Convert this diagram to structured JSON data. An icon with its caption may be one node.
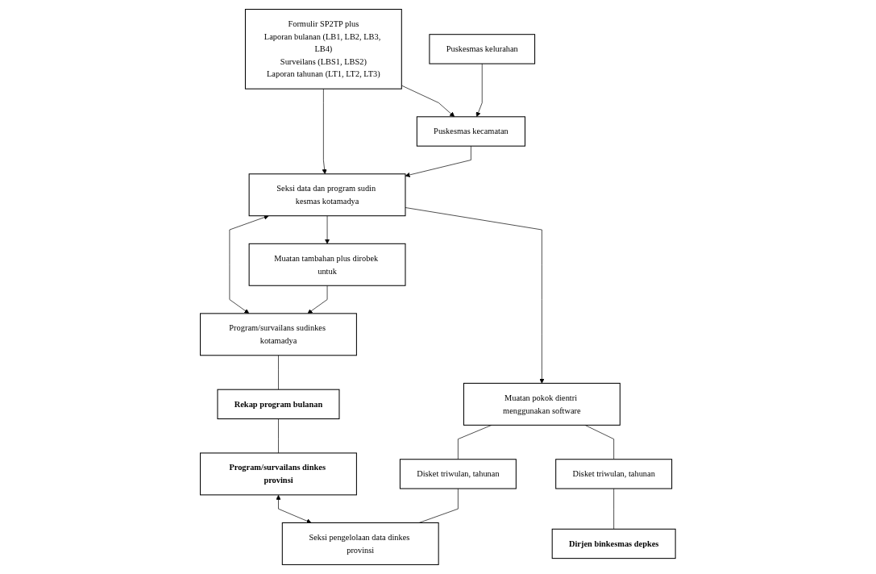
{
  "diagram": {
    "nodes": [
      {
        "text": [
          "Puskesmas kelurahan"
        ]
      },
      {
        "text": [
          "Formulir SP2TP plus",
          "Laporan bulanan (LB1, LB2, LB3, LB4)",
          "Surveilans (LBS1, LBS2)",
          "Laporan tahunan (LT1, LT2, LT3)"
        ]
      },
      {
        "text": [
          "Puskesmas kecamatan"
        ]
      },
      {
        "text": [
          "Program/survailans sudinkes kotamadya"
        ]
      },
      {
        "text": [
          "Seksi data dan program sudin kesmas kotamadya"
        ]
      },
      {
        "text": [
          "Rekap program bulanan"
        ]
      },
      {
        "text": [
          "Muatan tambahan plus dirobek untuk"
        ]
      },
      {
        "text": [
          "Muatan pokok dientri menggunakan software"
        ]
      },
      {
        "text": [
          "Disket triwulan, tahunan"
        ]
      },
      {
        "text": [
          "Disket triwulan, tahunan"
        ]
      },
      {
        "text": [
          "Program/survailans dinkes provinsi"
        ]
      },
      {
        "text": [
          "Seksi pengelolaan data dinkes provinsi"
        ]
      },
      {
        "text": [
          "Dirjen binkesmas depkes"
        ]
      }
    ],
    "edges": [
      {
        "from": 0,
        "to": 2,
        "arrow": "to"
      },
      {
        "from": 1,
        "to": 2,
        "arrow": "to"
      },
      {
        "from": 2,
        "to": 4,
        "arrow": "to"
      },
      {
        "from": 1,
        "to": 4,
        "arrow": "to"
      },
      {
        "from": 3,
        "to": 4,
        "arrow": "both"
      },
      {
        "from": 4,
        "to": 6,
        "arrow": "to"
      },
      {
        "from": 4,
        "to": 7,
        "arrow": "to"
      },
      {
        "from": 6,
        "to": 3,
        "arrow": "to"
      },
      {
        "from": 3,
        "to": 5,
        "arrow": "none"
      },
      {
        "from": 5,
        "to": 10,
        "arrow": "none"
      },
      {
        "from": 7,
        "to": 8,
        "arrow": "none"
      },
      {
        "from": 7,
        "to": 9,
        "arrow": "none"
      },
      {
        "from": 8,
        "to": 11,
        "arrow": "none"
      },
      {
        "from": 9,
        "to": 12,
        "arrow": "none"
      },
      {
        "from": 10,
        "to": 11,
        "arrow": "both"
      }
    ]
  }
}
